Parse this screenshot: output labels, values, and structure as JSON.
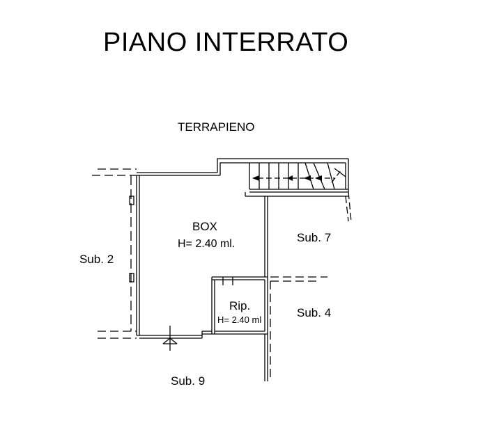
{
  "title": "PIANO INTERRATO",
  "labels": {
    "terrapieno": "TERRAPIENO",
    "box": "BOX",
    "box_height": "H= 2.40 ml.",
    "sub7": "Sub. 7",
    "sub2": "Sub. 2",
    "rip": "Rip.",
    "rip_height": "H= 2.40 ml",
    "sub4": "Sub. 4",
    "sub9": "Sub. 9"
  },
  "colors": {
    "line": "#000000",
    "background": "#ffffff"
  },
  "icons": {
    "stairs": "stair-arrows-icon",
    "entrance": "entrance-arrow-icon"
  }
}
